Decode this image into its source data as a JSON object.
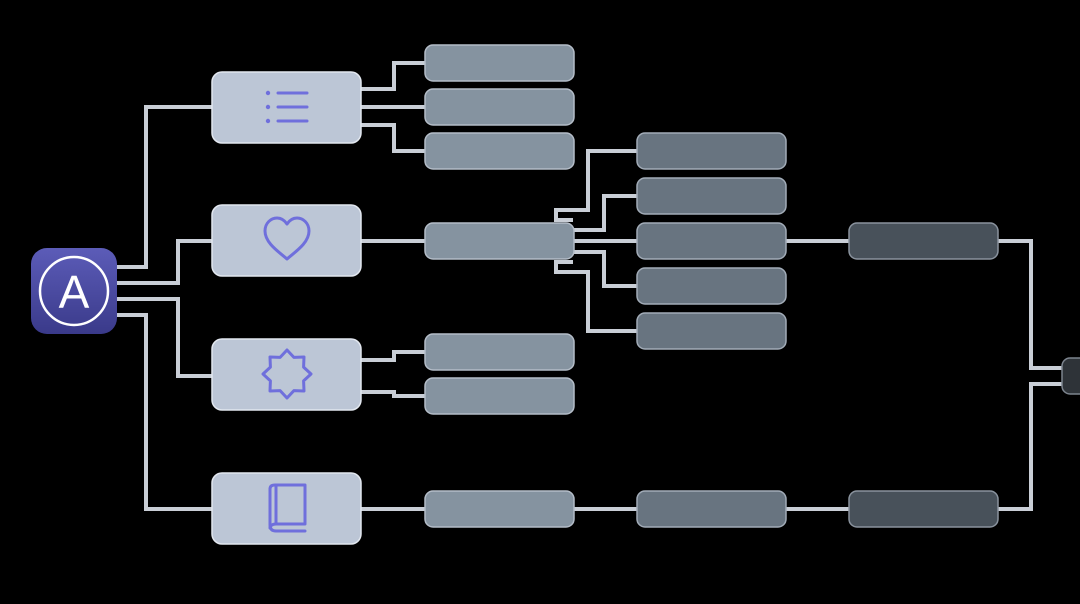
{
  "app": {
    "letter": "A",
    "icon": "app-logo-icon"
  },
  "colors": {
    "background": "#000000",
    "connector": "#c9ced6",
    "category": "#bcc6d6",
    "category_border": "#e2e7ef",
    "icon_accent": "#6f6fdc",
    "level1": "#8593a0",
    "level2": "#687480",
    "level3": "#48515a",
    "level4": "#2e3338",
    "app_gradient_top": "#5a5ab4",
    "app_gradient_bottom": "#3c3c8c"
  },
  "categories": [
    {
      "id": "cat-list",
      "icon": "list-icon"
    },
    {
      "id": "cat-heart",
      "icon": "heart-icon"
    },
    {
      "id": "cat-badge",
      "icon": "badge-icon"
    },
    {
      "id": "cat-book",
      "icon": "book-icon"
    }
  ]
}
